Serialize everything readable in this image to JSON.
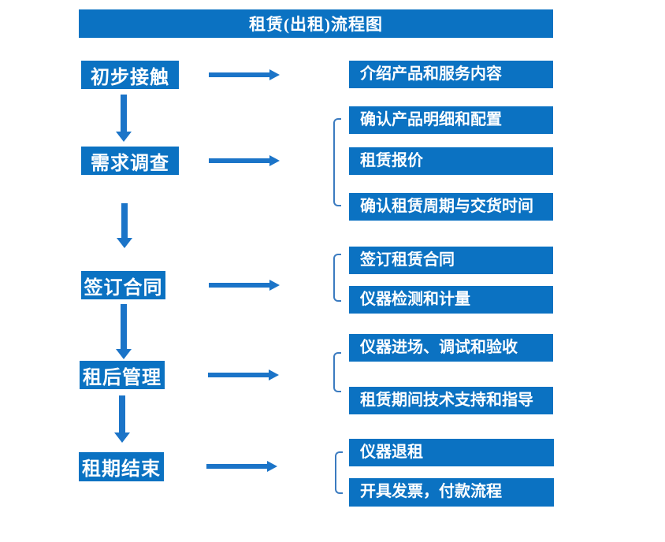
{
  "title": "租赁(出租)流程图",
  "colors": {
    "primary_blue": "#0b72c2",
    "arrow_blue": "#1b74c8",
    "bracket_blue": "#3b7bc0",
    "text_white": "#ffffff",
    "background": "#ffffff"
  },
  "stages": [
    {
      "label": "初步接触",
      "items": [
        "介绍产品和服务内容"
      ]
    },
    {
      "label": "需求调查",
      "items": [
        "确认产品明细和配置",
        "租赁报价",
        "确认租赁周期与交货时间"
      ]
    },
    {
      "label": "签订合同",
      "items": [
        "签订租赁合同",
        "仪器检测和计量"
      ]
    },
    {
      "label": "租后管理",
      "items": [
        "仪器进场、调试和验收",
        "租赁期间技术支持和指导"
      ]
    },
    {
      "label": "租期结束",
      "items": [
        "仪器退租",
        "开具发票，付款流程"
      ]
    }
  ]
}
